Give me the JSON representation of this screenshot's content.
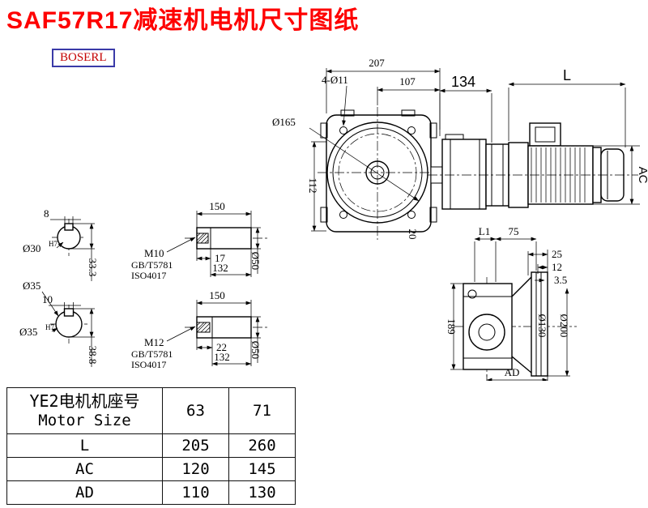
{
  "title": "SAF57R17减速机电机尺寸图纸",
  "logo": "BOSERL",
  "dims": {
    "front": {
      "d207": "207",
      "d107": "107",
      "holes": "4-Ø11",
      "d165": "Ø165",
      "d112": "112",
      "d20": "20"
    },
    "side": {
      "d134": "134",
      "L": "L",
      "AC": "AC"
    },
    "flange": {
      "L1": "L1",
      "d75": "75",
      "d25": "25",
      "d12": "12",
      "d35": "3.5",
      "d189": "189",
      "d130": "Ø130",
      "d200": "Ø200",
      "AD": "AD"
    }
  },
  "sections": {
    "top": {
      "key": "8",
      "dia": "Ø30",
      "tol": "H7",
      "depth": "33.3"
    },
    "bottom": {
      "dia_label": "Ø35",
      "key": "10",
      "dia": "Ø35",
      "tol": "H7",
      "depth": "38.8"
    }
  },
  "shafts": {
    "top": {
      "len": "150",
      "thread": "M10",
      "std1": "GB/T5781",
      "std2": "ISO4017",
      "d17": "17",
      "d132": "132",
      "dia": "Ø50"
    },
    "bottom": {
      "len": "150",
      "thread": "M12",
      "std1": "GB/T5781",
      "std2": "ISO4017",
      "d22": "22",
      "d132": "132",
      "dia": "Ø50"
    }
  },
  "table": {
    "header_cn": "YE2电机机座号",
    "header_en": "Motor Size",
    "col1": "63",
    "col2": "71",
    "rows": [
      {
        "label": "L",
        "values": [
          "205",
          "260"
        ]
      },
      {
        "label": "AC",
        "values": [
          "120",
          "145"
        ]
      },
      {
        "label": "AD",
        "values": [
          "110",
          "130"
        ]
      }
    ]
  }
}
